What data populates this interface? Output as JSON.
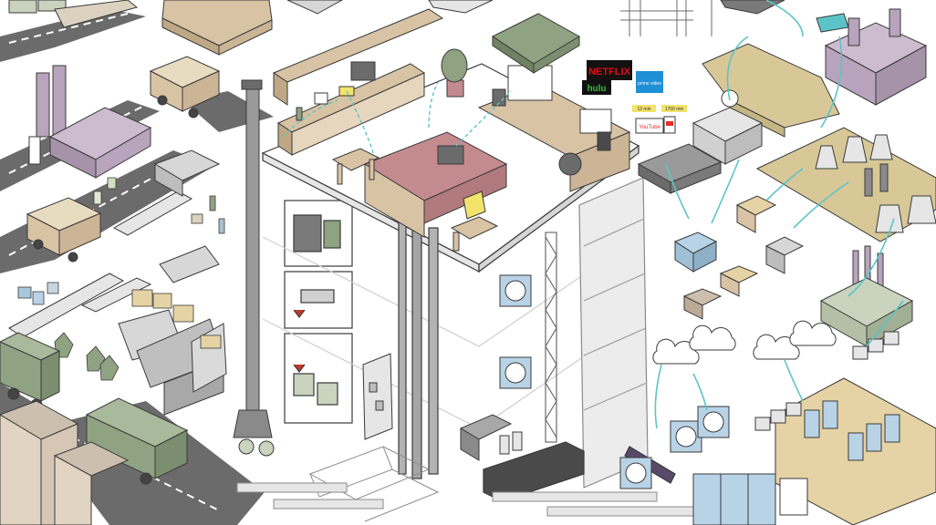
{
  "streaming": {
    "netflix": "NETFLIX",
    "hulu": "hulu",
    "prime": "prime video",
    "youtube": "YouTube"
  },
  "video_tags": {
    "short": "12 min",
    "long": "1760 min"
  },
  "colors": {
    "line": "#3a3a3a",
    "road": "#6b6b6b",
    "truck": "#8fa282",
    "bed": "#c48b8e",
    "wood": "#d9c3a5",
    "cable": "#5bc4c9",
    "purple": "#b8a4bc",
    "mustard": "#d8c898"
  }
}
